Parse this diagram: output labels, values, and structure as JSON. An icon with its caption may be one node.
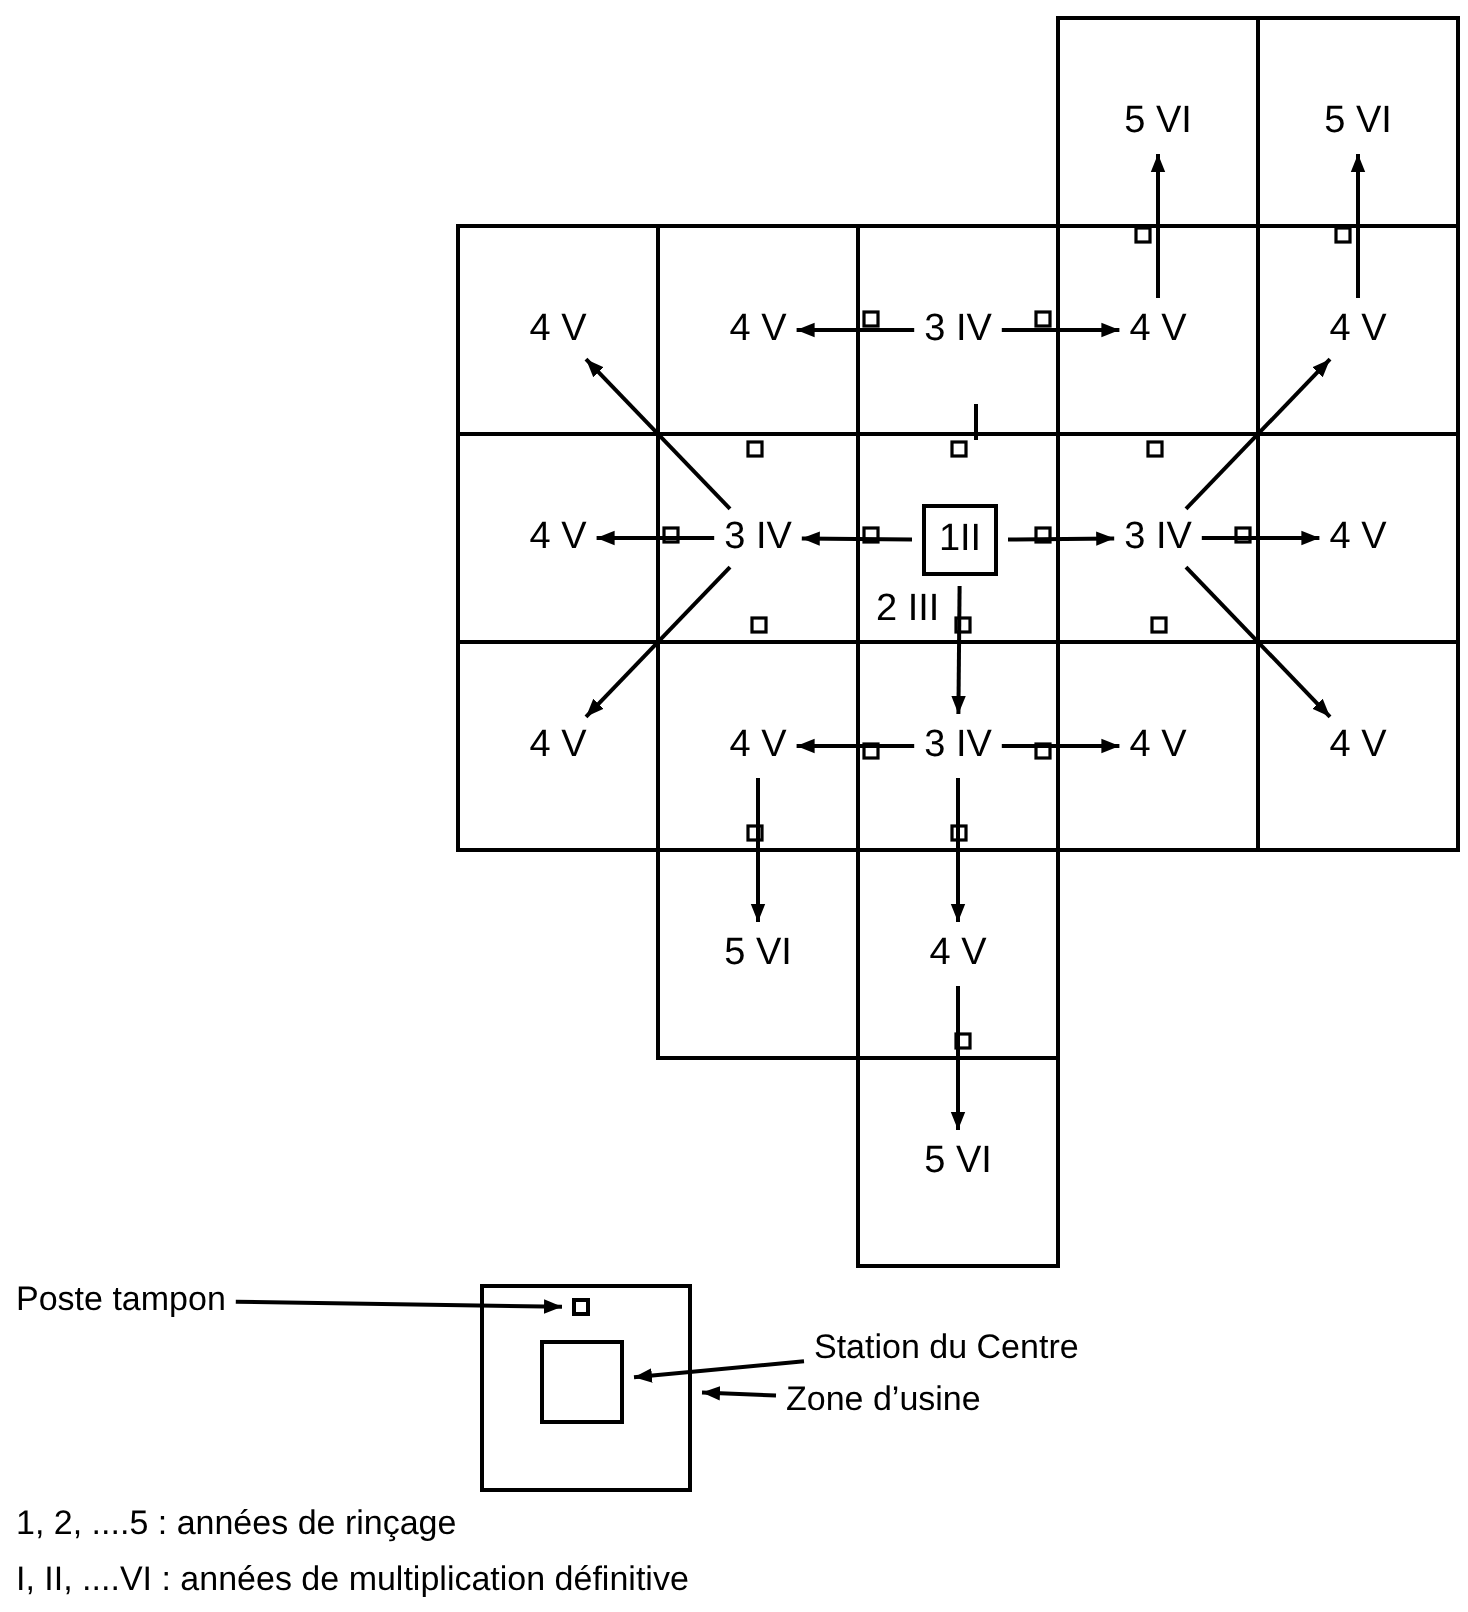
{
  "diagram": {
    "nodes": [
      {
        "text": [
          "5 VI"
        ]
      },
      {
        "text": [
          "5 VI"
        ]
      },
      {
        "text": [
          "4 V"
        ]
      },
      {
        "text": [
          "4 V"
        ]
      },
      {
        "text": [
          "3 IV"
        ]
      },
      {
        "text": [
          "4 V"
        ]
      },
      {
        "text": [
          "4 V"
        ]
      },
      {
        "text": [
          "4 V"
        ]
      },
      {
        "text": [
          "3 IV"
        ]
      },
      {
        "text": [
          "2 III"
        ]
      },
      {
        "text": [
          "1II"
        ],
        "in": 9
      },
      {
        "text": [
          "3 IV"
        ]
      },
      {
        "text": [
          "4 V"
        ]
      },
      {
        "text": [
          "4 V"
        ]
      },
      {
        "text": [
          "4 V"
        ]
      },
      {
        "text": [
          "3 IV"
        ]
      },
      {
        "text": [
          "4 V"
        ]
      },
      {
        "text": [
          "4 V"
        ]
      },
      {
        "text": [
          "5 VI"
        ]
      },
      {
        "text": [
          "4 V"
        ]
      },
      {
        "text": [
          "5 VI"
        ]
      },
      {
        "text": [
          "Poste tampon"
        ]
      },
      {
        "text": [],
        "shape": "box"
      },
      {
        "text": [],
        "shape": "box",
        "in": 22
      },
      {
        "text": [],
        "shape": "box",
        "in": 22
      },
      {
        "text": [
          "Station du Centre"
        ]
      },
      {
        "text": [
          "Zone d’usine"
        ]
      }
    ],
    "edges": [
      {
        "from": 5,
        "to": 0,
        "arrow": "to"
      },
      {
        "from": 6,
        "to": 1,
        "arrow": "to"
      },
      {
        "from": 4,
        "to": 3,
        "arrow": "to"
      },
      {
        "from": 4,
        "to": 5,
        "arrow": "to"
      },
      {
        "from": 8,
        "to": 2,
        "arrow": "to"
      },
      {
        "from": 11,
        "to": 6,
        "arrow": "to"
      },
      {
        "from": 8,
        "to": 7,
        "arrow": "to"
      },
      {
        "from": 10,
        "to": 8,
        "arrow": "to"
      },
      {
        "from": 10,
        "to": 11,
        "arrow": "to"
      },
      {
        "from": 11,
        "to": 12,
        "arrow": "to"
      },
      {
        "from": 10,
        "to": 15,
        "arrow": "to"
      },
      {
        "from": 8,
        "to": 13,
        "arrow": "to"
      },
      {
        "from": 11,
        "to": 17,
        "arrow": "to"
      },
      {
        "from": 15,
        "to": 14,
        "arrow": "to"
      },
      {
        "from": 15,
        "to": 16,
        "arrow": "to"
      },
      {
        "from": 14,
        "to": 18,
        "arrow": "to"
      },
      {
        "from": 15,
        "to": 19,
        "arrow": "to"
      },
      {
        "from": 19,
        "to": 20,
        "arrow": "to"
      },
      {
        "from": 21,
        "to": 23,
        "arrow": "to"
      },
      {
        "from": 25,
        "to": 24,
        "arrow": "to"
      },
      {
        "from": 26,
        "to": 22,
        "arrow": "to"
      }
    ],
    "labels": [
      "1, 2,  ....5 : années de rinçage",
      "I, II,  ....VI : années de multiplication définitive"
    ]
  }
}
